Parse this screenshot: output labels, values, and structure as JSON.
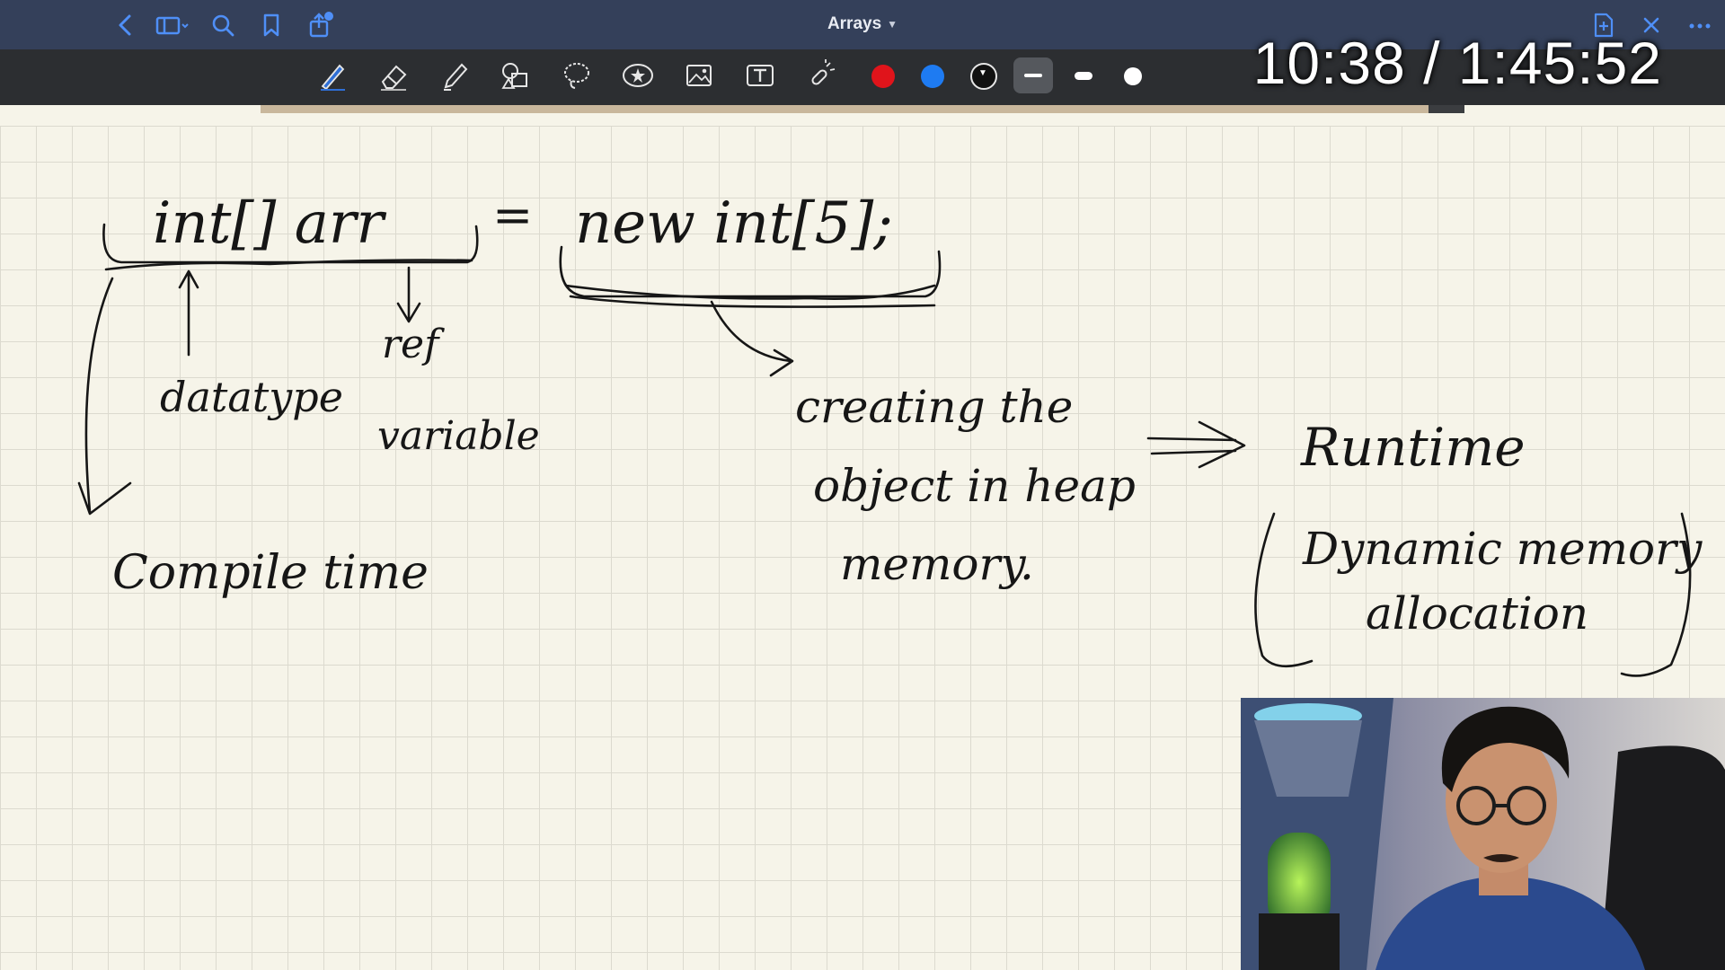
{
  "nav": {
    "title": "Arrays",
    "icons": [
      "chevron-left-icon",
      "sidebar-icon",
      "search-icon",
      "bookmark-icon",
      "share-icon",
      "add-page-icon",
      "close-icon",
      "more-icon"
    ]
  },
  "toolbar": {
    "tools": [
      "pen-icon",
      "eraser-icon",
      "highlighter-icon",
      "shapes-icon",
      "lasso-icon",
      "sticker-icon",
      "image-icon",
      "text-icon",
      "laser-pointer-icon"
    ],
    "colors": [
      "#e0141b",
      "#1e7bf2",
      "#111111"
    ],
    "thickness": [
      "thin",
      "medium",
      "thick"
    ],
    "selected_thickness": "thin"
  },
  "video": {
    "timestamp": "10:38 / 1:45:52",
    "progress_fraction": 0.97
  },
  "notes": {
    "line1_left": "int[]   arr",
    "line1_eq": "=",
    "line1_right": "new int[5];",
    "label_datatype": "datatype",
    "label_ref1": "ref",
    "label_ref2": "variable",
    "label_compile": "Compile time",
    "label_create1": "creating the",
    "label_create2": "object in heap",
    "label_create3": "memory.",
    "label_runtime": "Runtime",
    "label_dyn1": "Dynamic memory",
    "label_dyn2": "allocation"
  },
  "colors": {
    "nav_bg": "#34405a",
    "toolbar_bg": "#2c2e31",
    "paper": "#f6f4e9",
    "grid": "#dcdacf",
    "ink": "#161616",
    "accent": "#4f8ff7"
  }
}
